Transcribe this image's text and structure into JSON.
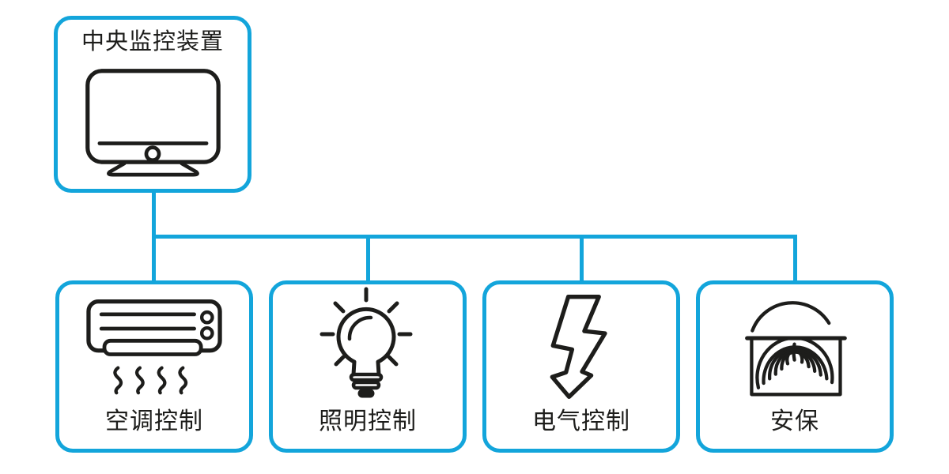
{
  "diagram": {
    "type": "hierarchy",
    "colors": {
      "accent": "#13A5DB",
      "icon_stroke": "#1d1d1b",
      "background": "#ffffff",
      "text": "#1d1d1b"
    },
    "root": {
      "label": "中央监控装置",
      "icon": "monitor-icon"
    },
    "children": [
      {
        "label": "空调控制",
        "icon": "air-conditioner-icon"
      },
      {
        "label": "照明控制",
        "icon": "light-bulb-icon"
      },
      {
        "label": "电气控制",
        "icon": "lightning-bolt-icon"
      },
      {
        "label": "安保",
        "icon": "fingerprint-icon"
      }
    ]
  }
}
